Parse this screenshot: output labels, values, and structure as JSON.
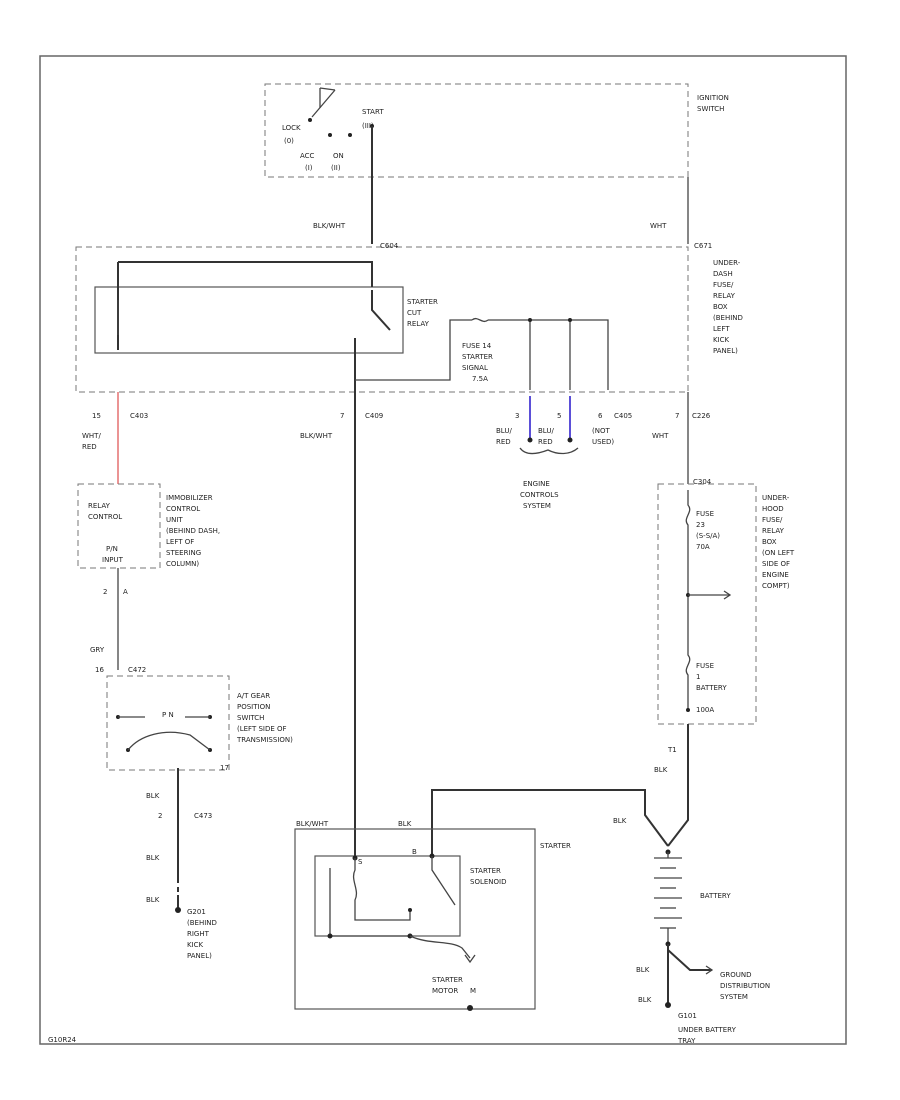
{
  "ignition": {
    "lock": "LOCK",
    "i": "(0)",
    "acc": "ACC",
    "acc_num": "(I)",
    "on": "ON",
    "on_num": "(II)",
    "start": "START",
    "start_num": "(III)",
    "title1": "IGNITION",
    "title2": "SWITCH"
  },
  "underdash": {
    "wire_left": "BLK/WHT",
    "conn_left": "C604",
    "wire_right": "WHT",
    "conn_right": "C671",
    "label": [
      "UNDER-",
      "DASH",
      "FUSE/",
      "RELAY",
      "BOX",
      "(BEHIND",
      "LEFT",
      "KICK",
      "PANEL)"
    ],
    "relay": [
      "STARTER",
      "CUT",
      "RELAY"
    ],
    "fuse": [
      "FUSE 14",
      "STARTER",
      "SIGNAL",
      "7.5A"
    ]
  },
  "connectors": {
    "c403_pin": "15",
    "c403": "C403",
    "wht_red": [
      "WHT/",
      "RED"
    ],
    "c409_pin": "7",
    "c409": "C409",
    "blk_wht": "BLK/WHT",
    "p1": "3",
    "p2": "5",
    "p3": "6",
    "c405": "C405",
    "p4": "7",
    "c226": "C226",
    "w1": [
      "BLU/",
      "RED"
    ],
    "w2": [
      "BLU/",
      "RED"
    ],
    "w3": [
      "(NOT",
      "USED)"
    ],
    "w4": "WHT"
  },
  "engine": [
    "ENGINE",
    "CONTROLS",
    "SYSTEM"
  ],
  "immobilizer": {
    "relay_control": [
      "RELAY",
      "CONTROL"
    ],
    "pn_input": [
      "P/N",
      "INPUT"
    ],
    "pins": [
      "2",
      "A"
    ],
    "label": [
      "IMMOBILIZER",
      "CONTROL",
      "UNIT",
      "(BEHIND DASH,",
      "LEFT OF",
      "STEERING",
      "COLUMN)"
    ]
  },
  "atgear": {
    "wire": "GRY",
    "pin": "16",
    "conn": "C472",
    "pn": "P N",
    "pin2": "17",
    "label": [
      "A/T GEAR",
      "POSITION",
      "SWITCH",
      "(LEFT SIDE OF",
      "TRANSMISSION)"
    ]
  },
  "ground_left": {
    "blk1": "BLK",
    "pin": "2",
    "conn": "C473",
    "blk2": "BLK",
    "blk3": "BLK",
    "g": [
      "G201",
      "(BEHIND",
      "RIGHT",
      "KICK",
      "PANEL)"
    ]
  },
  "underhood": {
    "conn": "C304",
    "fuse23": [
      "FUSE",
      "23",
      "(S-S/A)",
      "70A"
    ],
    "fuse1": [
      "FUSE",
      "1",
      "BATTERY",
      "100A"
    ],
    "label": [
      "UNDER-",
      "HOOD",
      "FUSE/",
      "RELAY",
      "BOX",
      "(ON LEFT",
      "SIDE OF",
      "ENGINE",
      "COMPT)"
    ],
    "pin": "T1",
    "wire": "BLK"
  },
  "starter": {
    "blk_wht": "BLK/WHT",
    "blk": "BLK",
    "title": "STARTER",
    "solenoid": [
      "STARTER",
      "SOLENOID"
    ],
    "motor": [
      "STARTER",
      "MOTOR"
    ],
    "sol_term": "S",
    "b_term": "B",
    "m_term": "M"
  },
  "battery": {
    "blk": "BLK",
    "title": "BATTERY",
    "blk2": "BLK",
    "ground": [
      "GROUND",
      "DISTRIBUTION",
      "SYSTEM"
    ],
    "blk3": "BLK",
    "g": [
      "G101",
      "UNDER BATTERY",
      "TRAY"
    ]
  },
  "footer": "G10R24"
}
